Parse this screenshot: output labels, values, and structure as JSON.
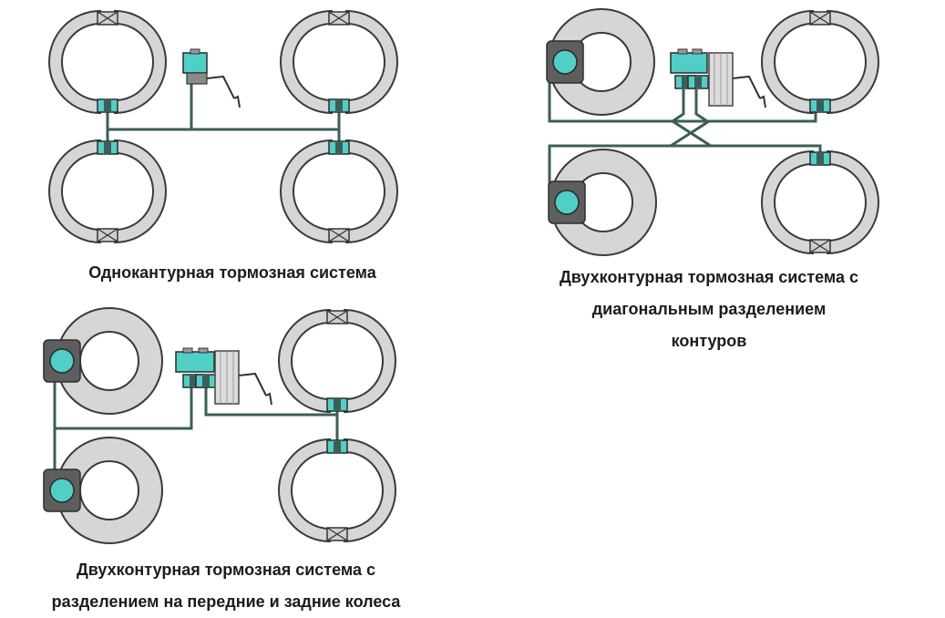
{
  "diagrams": [
    {
      "caption_lines": [
        "Однокантурная тормозная система"
      ]
    },
    {
      "caption_lines": [
        "Двухконтурная тормозная система с",
        "диагональным разделением",
        "контуров"
      ]
    },
    {
      "caption_lines": [
        "Двухконтурная тормозная система с",
        "разделением на передние и задние колеса"
      ]
    }
  ],
  "colors": {
    "shoe": "#d6d6d6",
    "outline": "#3a3a3a",
    "pipe": "#3c5e58",
    "fitting": "#50cfc6",
    "caliper": "#5e5e5e"
  }
}
